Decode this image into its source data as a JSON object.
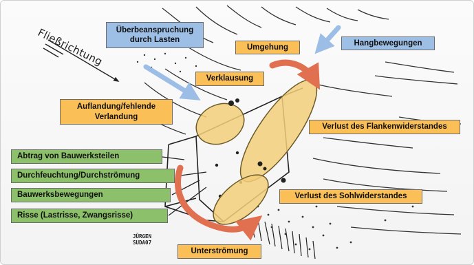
{
  "flow_label": "Fließrichtung",
  "blue_labels": {
    "overload": "Überbeanspruchung durch Lasten",
    "slope_movement": "Hangbewegungen"
  },
  "orange_labels": {
    "bypass": "Umgehung",
    "clogging": "Verklausung",
    "sedimentation": "Auflandung/fehlende Verlandung",
    "flank_loss": "Verlust des Flankenwiderstandes",
    "bed_loss": "Verlust des Sohlwiderstandes",
    "underflow": "Unterströmung"
  },
  "green_labels": {
    "erosion": "Abtrag von Bauwerksteilen",
    "seepage": "Durchfeuchtung/Durchströmung",
    "movement": "Bauwerksbewegungen",
    "cracks": "Risse (Lastrisse, Zwangsrisse)"
  },
  "signature": {
    "line1": "JÜRGEN",
    "line2": "SUDA07"
  },
  "colors": {
    "orange_box": "#fbbf57",
    "blue_box": "#9dbfe6",
    "green_box": "#8cc06a",
    "red_arrow": "#e0704f",
    "blue_arrow": "#9cbde6",
    "ellipse_fill": "#f3cf7a"
  }
}
